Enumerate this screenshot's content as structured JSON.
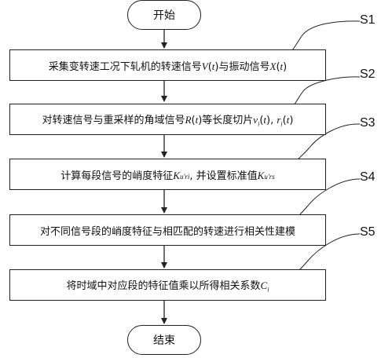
{
  "start": "开始",
  "end": "结束",
  "steps": [
    {
      "tag": "S1",
      "text": "采集变转速工况下轧机的转速信号V(t)与振动信号X(t)"
    },
    {
      "tag": "S2",
      "text": "对转速信号与重采样的角域信号R(t)等长度切片vi(t), ri(t)"
    },
    {
      "tag": "S3",
      "text": "计算每段信号的峭度特征Ku'ri, 并设置标准值Ku'rs"
    },
    {
      "tag": "S4",
      "text": "对不同信号段的峭度特征与相匹配的转速进行相关性建模"
    },
    {
      "tag": "S5",
      "text": "将时域中对应段的特征值乘以所得相关系数Ci"
    }
  ]
}
